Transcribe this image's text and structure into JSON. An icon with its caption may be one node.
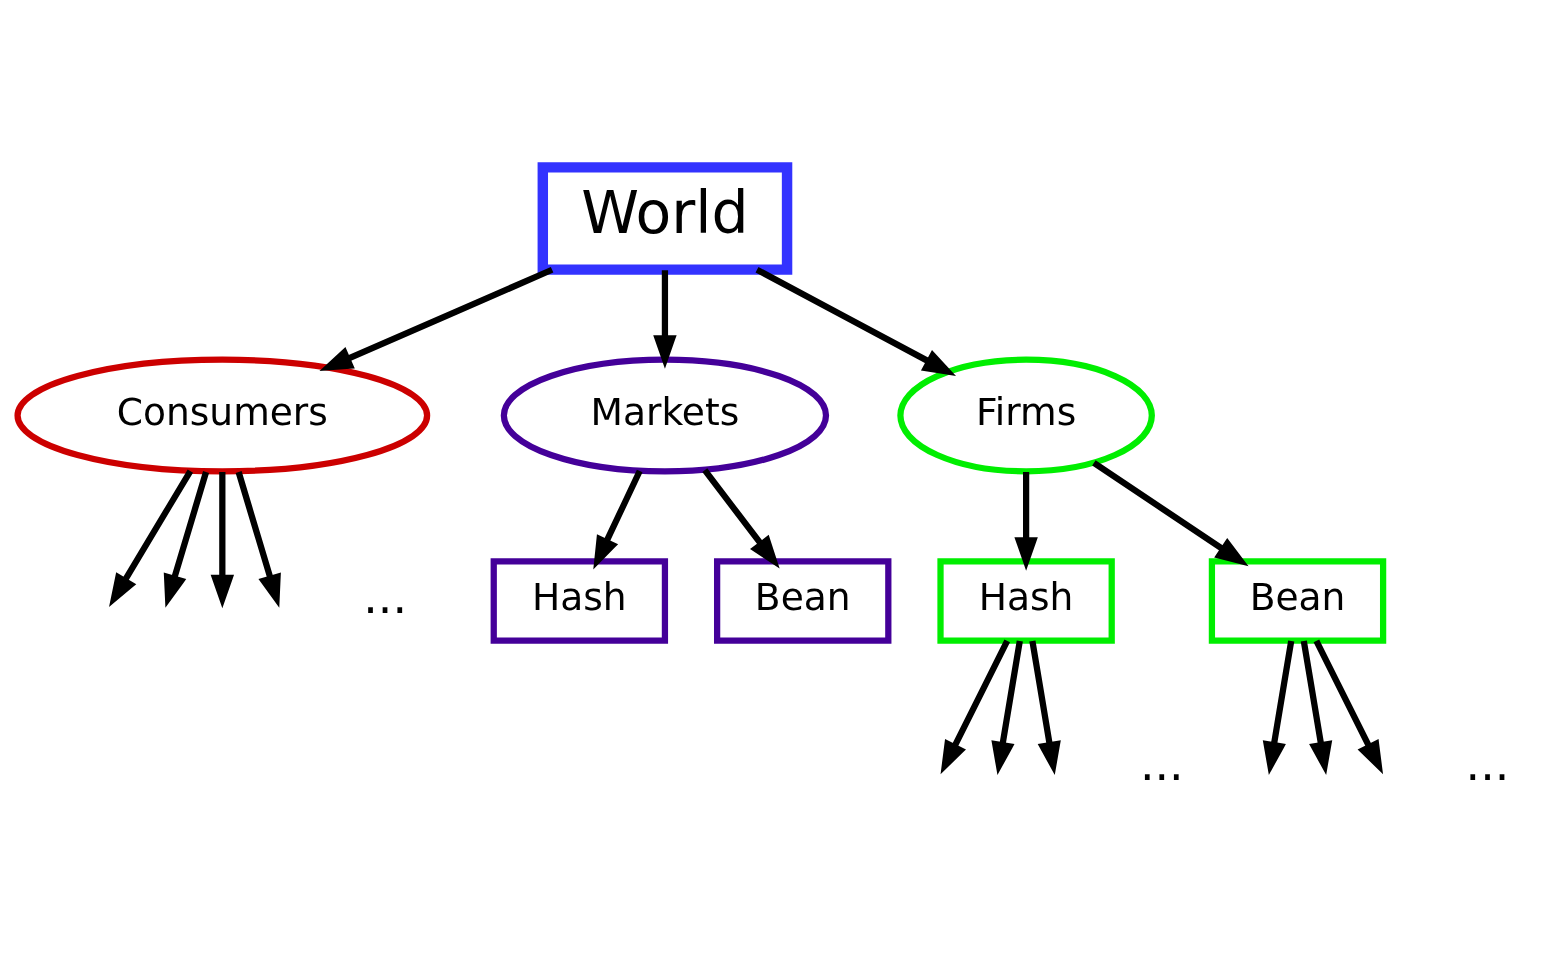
{
  "diagram": {
    "nodes": [
      {
        "text": [
          "World"
        ]
      },
      {
        "text": [
          "Consumers"
        ]
      },
      {
        "text": [
          "Markets"
        ]
      },
      {
        "text": [
          "Firms"
        ]
      },
      {
        "text": [
          "Hash"
        ]
      },
      {
        "text": [
          "Bean"
        ]
      },
      {
        "text": [
          "Hash"
        ]
      },
      {
        "text": [
          "Bean"
        ]
      }
    ],
    "edges": [
      {
        "from": 0,
        "to": 1,
        "arrow": "to"
      },
      {
        "from": 0,
        "to": 2,
        "arrow": "to"
      },
      {
        "from": 0,
        "to": 3,
        "arrow": "to"
      },
      {
        "from": 2,
        "to": 4,
        "arrow": "to"
      },
      {
        "from": 2,
        "to": 5,
        "arrow": "to"
      },
      {
        "from": 3,
        "to": 6,
        "arrow": "to"
      },
      {
        "from": 3,
        "to": 7,
        "arrow": "to"
      },
      {
        "from": 1,
        "to": null,
        "arrow": "to"
      },
      {
        "from": 1,
        "to": null,
        "arrow": "to"
      },
      {
        "from": 1,
        "to": null,
        "arrow": "to"
      },
      {
        "from": 1,
        "to": null,
        "arrow": "to"
      },
      {
        "from": 6,
        "to": null,
        "arrow": "to"
      },
      {
        "from": 6,
        "to": null,
        "arrow": "to"
      },
      {
        "from": 6,
        "to": null,
        "arrow": "to"
      },
      {
        "from": 7,
        "to": null,
        "arrow": "to"
      },
      {
        "from": 7,
        "to": null,
        "arrow": "to"
      },
      {
        "from": 7,
        "to": null,
        "arrow": "to"
      }
    ],
    "labels": [
      "...",
      "...",
      "..."
    ]
  }
}
